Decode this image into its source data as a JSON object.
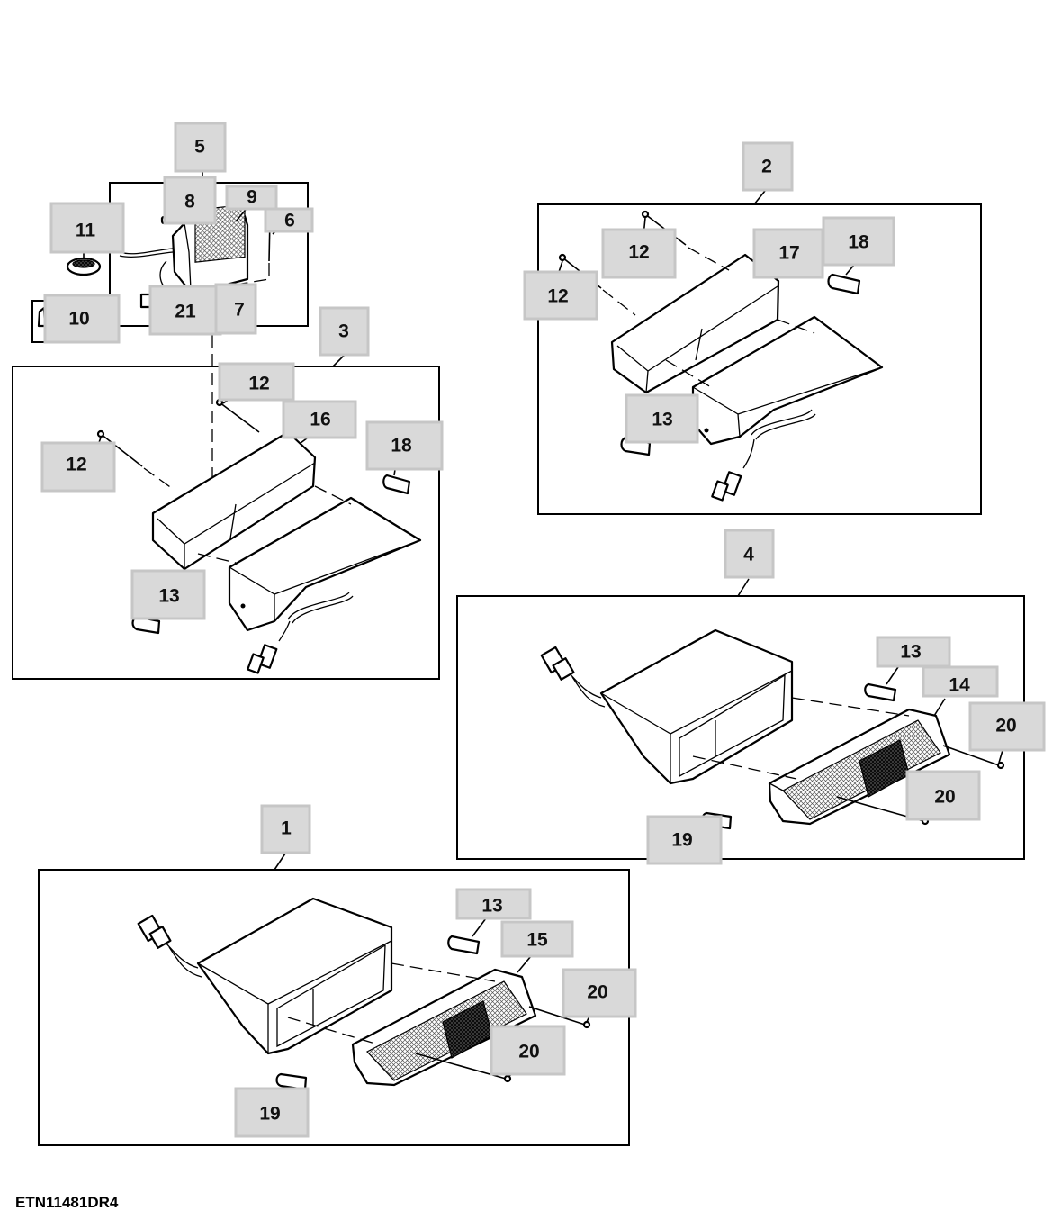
{
  "drawing_id": "ETN11481DR4",
  "callouts": {
    "c1": "1",
    "c2": "2",
    "c3": "3",
    "c4": "4",
    "c5": "5",
    "c6": "6",
    "c7": "7",
    "c8": "8",
    "c9": "9",
    "c10": "10",
    "c11": "11",
    "c21": "21",
    "g3_12a": "12",
    "g3_12b": "12",
    "g3_16": "16",
    "g3_18": "18",
    "g3_13": "13",
    "g2_12a": "12",
    "g2_12b": "12",
    "g2_17": "17",
    "g2_18": "18",
    "g2_13": "13",
    "g4_13": "13",
    "g4_14": "14",
    "g4_20a": "20",
    "g4_20b": "20",
    "g4_19": "19",
    "g1_13": "13",
    "g1_15": "15",
    "g1_20a": "20",
    "g1_20b": "20",
    "g1_19": "19"
  }
}
